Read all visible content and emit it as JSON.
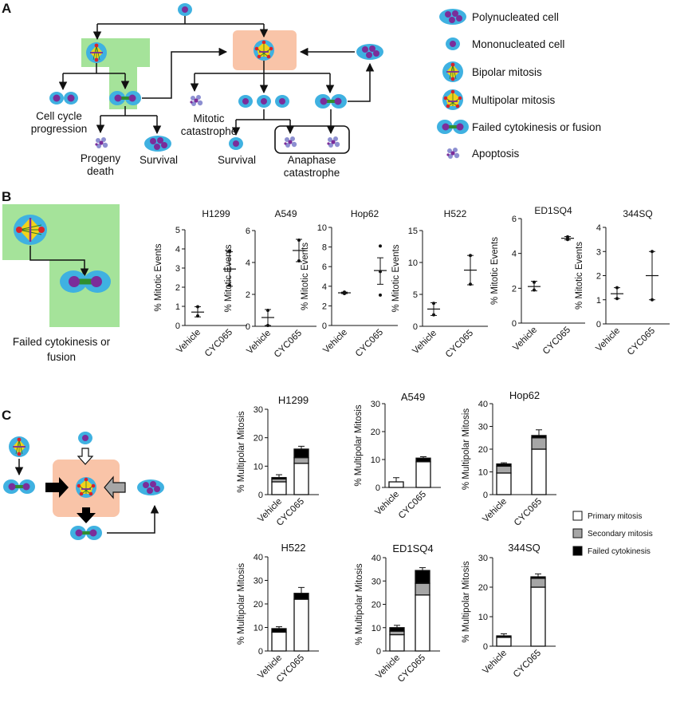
{
  "panels": {
    "a": "A",
    "b": "B",
    "c": "C"
  },
  "diagram_a": {
    "labels": {
      "cell_cycle": "Cell cycle",
      "progression": "progression",
      "progeny": "Progeny",
      "death": "death",
      "survival_left": "Survival",
      "mitotic": "Mitotic",
      "catastrophe": "catastrophe",
      "survival_mid": "Survival",
      "anaphase": "Anaphase",
      "anaphase_catastrophe": "catastrophe"
    },
    "legend": [
      {
        "label": "Polynucleated cell",
        "icon": "polynucleated-cell-icon"
      },
      {
        "label": "Mononucleated cell",
        "icon": "mononucleated-cell-icon"
      },
      {
        "label": "Bipolar mitosis",
        "icon": "bipolar-mitosis-icon"
      },
      {
        "label": "Multipolar mitosis",
        "icon": "multipolar-mitosis-icon"
      },
      {
        "label": "Failed cytokinesis or fusion",
        "icon": "failed-cytokinesis-icon"
      },
      {
        "label": "Apoptosis",
        "icon": "apoptosis-icon"
      }
    ]
  },
  "diagram_b": {
    "caption_line1": "Failed cytokinesis or",
    "caption_line2": "fusion"
  },
  "colors": {
    "cell": "#3fb1e1",
    "nucleus": "#7b2d9a",
    "green_box": "#a5e39a",
    "orange_box": "#f9c4a8",
    "spindle": "#f2d21b",
    "spindle_line": "#2a7d2a",
    "red_pole": "#d9232a",
    "bridge": "#2f8f2f",
    "apoptosis": "#8d8fd1",
    "primary": "#ffffff",
    "secondary": "#a6a6a6",
    "failed": "#000000"
  },
  "chart_data": [
    {
      "type": "scatter",
      "title": "H1299",
      "ylabel": "% Mitotic Events",
      "ylim": [
        0,
        5
      ],
      "yticks": [
        0,
        1,
        2,
        3,
        4,
        5
      ],
      "categories": [
        "Vehicle",
        "CYC065"
      ],
      "points": [
        [
          0.5,
          0.98
        ],
        [
          2.1,
          3.9
        ]
      ],
      "mean": [
        0.7,
        2.95
      ],
      "err": [
        [
          0.45,
          0.98
        ],
        [
          2.05,
          3.85
        ]
      ]
    },
    {
      "type": "scatter",
      "title": "A549",
      "ylabel": "% Mitotic Events",
      "ylim": [
        0,
        6
      ],
      "yticks": [
        0,
        2,
        4,
        6
      ],
      "categories": [
        "Vehicle",
        "CYC065"
      ],
      "points": [
        [
          0.05,
          1
        ],
        [
          4.1,
          5.4
        ]
      ],
      "mean": [
        0.55,
        4.75
      ],
      "err": [
        [
          0.05,
          1.05
        ],
        [
          4.05,
          5.45
        ]
      ]
    },
    {
      "type": "scatter",
      "title": "Hop62",
      "ylabel": "% Mitotic Events",
      "ylim": [
        0,
        10
      ],
      "yticks": [
        0,
        2,
        4,
        6,
        8,
        10
      ],
      "categories": [
        "Vehicle",
        "CYC065"
      ],
      "points": [
        [
          3.25,
          3.35,
          3.4
        ],
        [
          3.1,
          5.5,
          8.1
        ]
      ],
      "mean": [
        3.33,
        5.6
      ],
      "err": [
        [
          3.25,
          3.4
        ],
        [
          4.2,
          6.9
        ]
      ]
    },
    {
      "type": "scatter",
      "title": "H522",
      "ylabel": "% Mitotic Events",
      "ylim": [
        0,
        15
      ],
      "yticks": [
        0,
        5,
        10,
        15
      ],
      "categories": [
        "Vehicle",
        "CYC065"
      ],
      "points": [
        [
          1.8,
          3.6
        ],
        [
          6.6,
          11.1
        ]
      ],
      "mean": [
        2.7,
        8.8
      ],
      "err": [
        [
          1.7,
          3.7
        ],
        [
          6.5,
          11.1
        ]
      ]
    },
    {
      "type": "scatter",
      "title": "ED1SQ4",
      "ylabel": "% Mitotic Events",
      "ylim": [
        0,
        6
      ],
      "yticks": [
        0,
        2,
        4,
        6
      ],
      "categories": [
        "Vehicle",
        "CYC065"
      ],
      "points": [
        [
          1.9,
          2.35
        ],
        [
          4.8,
          4.95
        ]
      ],
      "mean": [
        2.1,
        4.87
      ],
      "err": [
        [
          1.85,
          2.4
        ],
        [
          4.78,
          4.97
        ]
      ]
    },
    {
      "type": "scatter",
      "title": "344SQ",
      "ylabel": "% Mitotic Events",
      "ylim": [
        0,
        4
      ],
      "yticks": [
        0,
        1,
        2,
        3,
        4
      ],
      "categories": [
        "Vehicle",
        "CYC065"
      ],
      "points": [
        [
          1.05,
          1.5
        ],
        [
          1.0,
          3.0
        ]
      ],
      "mean": [
        1.25,
        2.0
      ],
      "err": [
        [
          1.05,
          1.5
        ],
        [
          1.0,
          3.0
        ]
      ]
    },
    {
      "type": "bar",
      "stacked": true,
      "title": "H1299",
      "ylabel": "% Multipolar Mitosis",
      "ylim": [
        0,
        30
      ],
      "yticks": [
        0,
        10,
        20,
        30
      ],
      "categories": [
        "Vehicle",
        "CYC065"
      ],
      "series": [
        {
          "name": "Primary mitosis",
          "values": [
            4.5,
            11
          ]
        },
        {
          "name": "Secondary mitosis",
          "values": [
            1,
            2
          ]
        },
        {
          "name": "Failed cytokinesis",
          "values": [
            0.5,
            3
          ]
        }
      ],
      "err": [
        1,
        1
      ]
    },
    {
      "type": "bar",
      "stacked": true,
      "title": "A549",
      "ylabel": "% Multipolar Mitosis",
      "ylim": [
        0,
        30
      ],
      "yticks": [
        0,
        10,
        20,
        30
      ],
      "categories": [
        "Vehicle",
        "CYC065"
      ],
      "series": [
        {
          "name": "Primary mitosis",
          "values": [
            2,
            9.2
          ]
        },
        {
          "name": "Secondary mitosis",
          "values": [
            0,
            0
          ]
        },
        {
          "name": "Failed cytokinesis",
          "values": [
            0,
            1.3
          ]
        }
      ],
      "err": [
        1.5,
        0.5
      ]
    },
    {
      "type": "bar",
      "stacked": true,
      "title": "Hop62",
      "ylabel": "% Multipolar Mitosis",
      "ylim": [
        0,
        40
      ],
      "yticks": [
        0,
        10,
        20,
        30,
        40
      ],
      "categories": [
        "Vehicle",
        "CYC065"
      ],
      "series": [
        {
          "name": "Primary mitosis",
          "values": [
            9.5,
            20
          ]
        },
        {
          "name": "Secondary mitosis",
          "values": [
            3,
            5
          ]
        },
        {
          "name": "Failed cytokinesis",
          "values": [
            1,
            1
          ]
        }
      ],
      "err": [
        0.5,
        2.5
      ]
    },
    {
      "type": "bar",
      "stacked": true,
      "title": "H522",
      "ylabel": "% Multipolar Mitosis",
      "ylim": [
        0,
        40
      ],
      "yticks": [
        0,
        10,
        20,
        30,
        40
      ],
      "categories": [
        "Vehicle",
        "CYC065"
      ],
      "series": [
        {
          "name": "Primary mitosis",
          "values": [
            8,
            22
          ]
        },
        {
          "name": "Secondary mitosis",
          "values": [
            0,
            0
          ]
        },
        {
          "name": "Failed cytokinesis",
          "values": [
            1.5,
            2.5
          ]
        }
      ],
      "err": [
        0.8,
        2.5
      ]
    },
    {
      "type": "bar",
      "stacked": true,
      "title": "ED1SQ4",
      "ylabel": "% Multipolar Mitosis",
      "ylim": [
        0,
        40
      ],
      "yticks": [
        0,
        10,
        20,
        30,
        40
      ],
      "categories": [
        "Vehicle",
        "CYC065"
      ],
      "series": [
        {
          "name": "Primary mitosis",
          "values": [
            7,
            24
          ]
        },
        {
          "name": "Secondary mitosis",
          "values": [
            1.5,
            5
          ]
        },
        {
          "name": "Failed cytokinesis",
          "values": [
            1.5,
            5.5
          ]
        }
      ],
      "err": [
        1,
        1.2
      ]
    },
    {
      "type": "bar",
      "stacked": true,
      "title": "344SQ",
      "ylabel": "% Multipolar Mitosis",
      "ylim": [
        0,
        30
      ],
      "yticks": [
        0,
        10,
        20,
        30
      ],
      "categories": [
        "Vehicle",
        "CYC065"
      ],
      "series": [
        {
          "name": "Primary mitosis",
          "values": [
            3,
            20
          ]
        },
        {
          "name": "Secondary mitosis",
          "values": [
            0,
            3
          ]
        },
        {
          "name": "Failed cytokinesis",
          "values": [
            0.5,
            0.5
          ]
        }
      ],
      "err": [
        0.7,
        1
      ]
    }
  ],
  "bar_legend": [
    {
      "label": "Primary mitosis",
      "color": "#ffffff"
    },
    {
      "label": "Secondary mitosis",
      "color": "#a6a6a6"
    },
    {
      "label": "Failed cytokinesis",
      "color": "#000000"
    }
  ]
}
